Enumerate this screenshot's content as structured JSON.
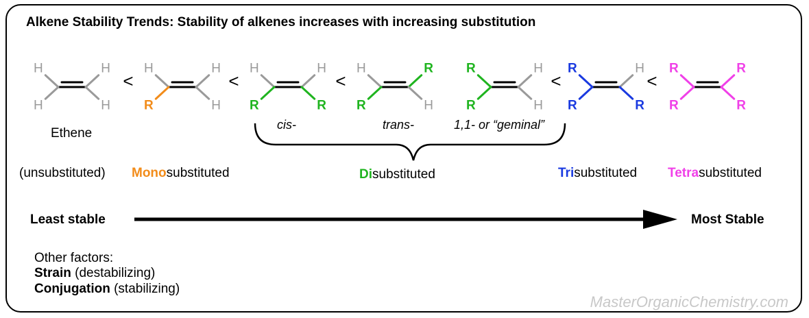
{
  "title": "Alkene Stability Trends: Stability of alkenes increases with increasing substitution",
  "colors": {
    "gray": "#9a9a9a",
    "mono": "#f28c1a",
    "di": "#1fb41f",
    "tri": "#1a3ae0",
    "tetra": "#f040e8",
    "watermark": "#c8c8c8"
  },
  "less_than": "<",
  "molecules": [
    {
      "atoms": [
        "H",
        "H",
        "H",
        "H"
      ],
      "colors": [
        "gray",
        "gray",
        "gray",
        "gray"
      ]
    },
    {
      "atoms": [
        "H",
        "R",
        "H",
        "H"
      ],
      "colors": [
        "gray",
        "mono",
        "gray",
        "gray"
      ]
    },
    {
      "atoms": [
        "H",
        "R",
        "H",
        "R"
      ],
      "colors": [
        "gray",
        "di",
        "gray",
        "di"
      ]
    },
    {
      "atoms": [
        "H",
        "R",
        "R",
        "H"
      ],
      "colors": [
        "gray",
        "di",
        "di",
        "gray"
      ]
    },
    {
      "atoms": [
        "R",
        "R",
        "H",
        "H"
      ],
      "colors": [
        "di",
        "di",
        "gray",
        "gray"
      ]
    },
    {
      "atoms": [
        "R",
        "R",
        "H",
        "R"
      ],
      "colors": [
        "tri",
        "tri",
        "gray",
        "tri"
      ]
    },
    {
      "atoms": [
        "R",
        "R",
        "R",
        "R"
      ],
      "colors": [
        "tetra",
        "tetra",
        "tetra",
        "tetra"
      ]
    }
  ],
  "labels": {
    "ethene": "Ethene",
    "unsubstituted": "(unsubstituted)",
    "mono_prefix": "Mono",
    "mono_suffix": "substituted",
    "di_prefix": "Di",
    "di_suffix": "substituted",
    "tri_prefix": "Tri",
    "tri_suffix": "substituted",
    "tetra_prefix": "Tetra",
    "tetra_suffix": "substituted",
    "cis": "cis-",
    "trans": "trans-",
    "geminal": "1,1- or “geminal”"
  },
  "arrow": {
    "left": "Least stable",
    "right": "Most Stable"
  },
  "factors": {
    "heading": "Other factors:",
    "strain_bold": "Strain",
    "strain_rest": " (destabilizing)",
    "conj_bold": "Conjugation",
    "conj_rest": " (stabilizing)"
  },
  "watermark": "MasterOrganicChemistry.com"
}
